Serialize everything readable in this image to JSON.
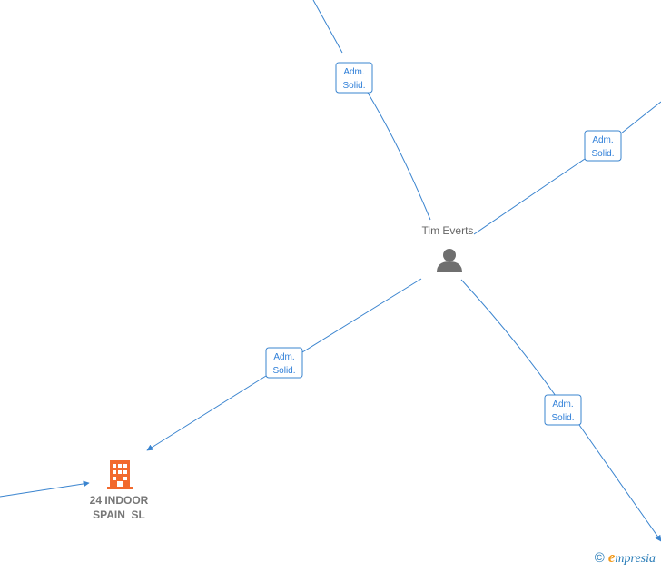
{
  "person": {
    "name": "Tim Everts",
    "icon": "person-icon"
  },
  "company": {
    "name_line1": "24 INDOOR",
    "name_line2": "SPAIN  SL",
    "icon": "building-icon",
    "color": "#f26a2e"
  },
  "edges": [
    {
      "label_line1": "Adm.",
      "label_line2": "Solid."
    },
    {
      "label_line1": "Adm.",
      "label_line2": "Solid."
    },
    {
      "label_line1": "Adm.",
      "label_line2": "Solid."
    },
    {
      "label_line1": "Adm.",
      "label_line2": "Solid."
    }
  ],
  "colors": {
    "edge": "#3a84cf",
    "person_icon": "#6f6f6f"
  },
  "watermark": {
    "copyright": "©",
    "brand_initial": "e",
    "brand_rest": "mpresia"
  }
}
